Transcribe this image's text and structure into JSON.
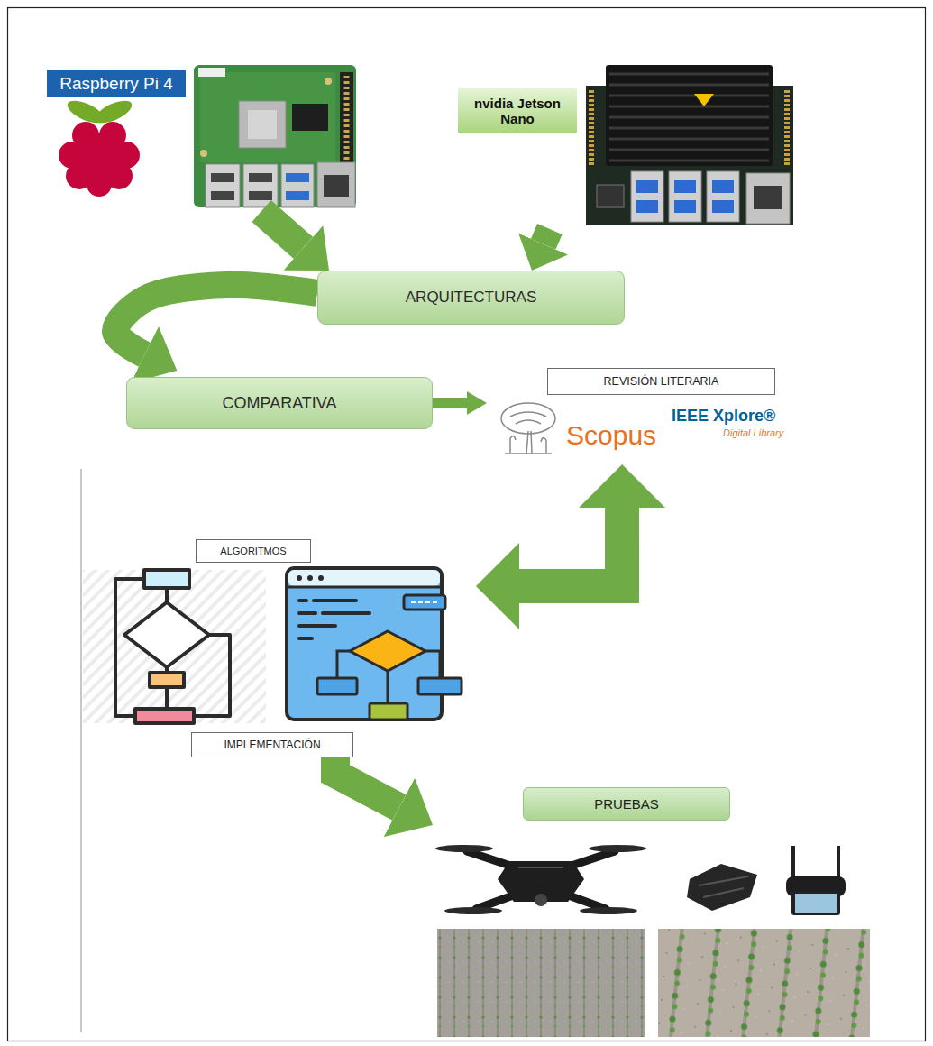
{
  "diagram": {
    "nodes": [
      {
        "text": [
          "Raspberry Pi 4"
        ]
      },
      {
        "text": [
          "nvidia Jetson Nano"
        ]
      },
      {
        "text": [
          "ARQUITECTURAS"
        ]
      },
      {
        "text": [
          "COMPARATIVA"
        ]
      },
      {
        "text": [
          "REVISIÓN LITERARIA"
        ]
      },
      {
        "text": [
          "ALGORITMOS"
        ]
      },
      {
        "text": [
          "IMPLEMENTACIÓN"
        ]
      },
      {
        "text": [
          "PRUEBAS"
        ]
      }
    ],
    "edges": [
      {
        "from": 0,
        "to": 2,
        "arrow": "to"
      },
      {
        "from": 1,
        "to": 2,
        "arrow": "to"
      },
      {
        "from": 2,
        "to": 3,
        "arrow": "to"
      },
      {
        "from": 3,
        "to": 4,
        "arrow": "to"
      },
      {
        "from": 4,
        "to": 5,
        "arrow": "both"
      },
      {
        "from": 6,
        "to": 7,
        "arrow": "to"
      }
    ],
    "labels": [
      "Scopus",
      "IEEE Xplore®",
      "Digital Library"
    ]
  }
}
